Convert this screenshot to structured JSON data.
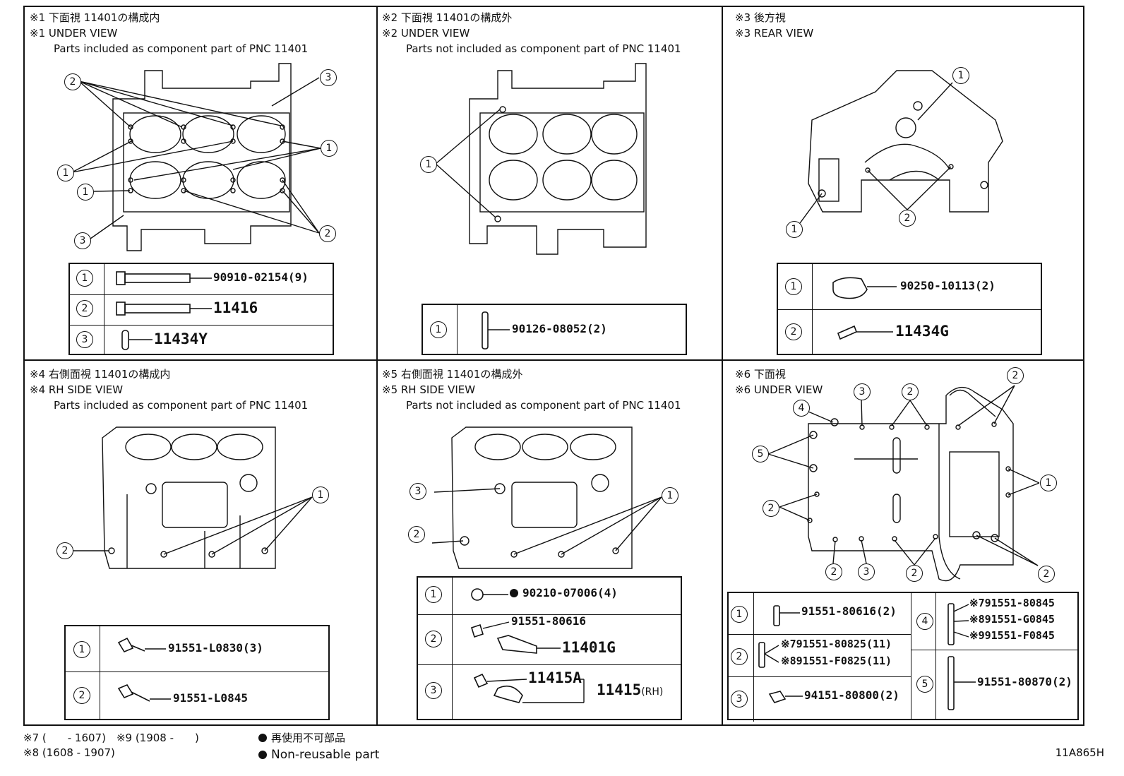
{
  "panels": [
    {
      "title_jp": "※1 下面視 11401の構成内",
      "title_en": "※1 UNDER VIEW",
      "note": "Parts included as component part of PNC 11401"
    },
    {
      "title_jp": "※2 下面視 11401の構成外",
      "title_en": "※2 UNDER VIEW",
      "note": "Parts not included as component part of PNC 11401"
    },
    {
      "title_jp": "※3 後方視",
      "title_en": "※3 REAR VIEW",
      "note": ""
    },
    {
      "title_jp": "※4 右側面視 11401の構成内",
      "title_en": "※4 RH SIDE VIEW",
      "note": "Parts included as component part of PNC 11401"
    },
    {
      "title_jp": "※5 右側面視 11401の構成外",
      "title_en": "※5 RH SIDE VIEW",
      "note": "Parts not included as component part of PNC 11401"
    },
    {
      "title_jp": "※6 下面視",
      "title_en": "※6 UNDER VIEW",
      "note": ""
    }
  ],
  "tables": {
    "p1": [
      {
        "n": "1",
        "part": "90910-02154(9)"
      },
      {
        "n": "2",
        "part": "11416"
      },
      {
        "n": "3",
        "part": "11434Y"
      }
    ],
    "p2": [
      {
        "n": "1",
        "part": "90126-08052(2)"
      }
    ],
    "p3": [
      {
        "n": "1",
        "part": "90250-10113(2)"
      },
      {
        "n": "2",
        "part": "11434G"
      }
    ],
    "p4": [
      {
        "n": "1",
        "part": "91551-L0830(3)"
      },
      {
        "n": "2",
        "part": "91551-L0845"
      }
    ],
    "p5": [
      {
        "n": "1",
        "part": "90210-07006(4)"
      },
      {
        "n": "2",
        "part_a": "91551-80616",
        "part_b": "11401G"
      },
      {
        "n": "3",
        "part_a": "11415A",
        "part_b": "11415",
        "suffix": "(RH)"
      }
    ],
    "p6": {
      "r1": {
        "n": "1",
        "part": "91551-80616(2)"
      },
      "r2": {
        "n": "2",
        "a": "※791551-80825(11)",
        "b": "※891551-F0825(11)"
      },
      "r3": {
        "n": "3",
        "part": "94151-80800(2)"
      },
      "r4": {
        "n": "4",
        "a": "※791551-80845",
        "b": "※891551-G0845",
        "c": "※991551-F0845"
      },
      "r5": {
        "n": "5",
        "part": "91551-80870(2)"
      }
    }
  },
  "footer": {
    "line1": "※7 (　　- 1607)　※9 (1908 -　　)",
    "line2": "※8 (1608 - 1907)",
    "legend_jp": "再使用不可部品",
    "legend_en": "Non-reusable part",
    "code": "11A865H"
  },
  "colors": {
    "ink": "#111111",
    "background": "#ffffff"
  }
}
